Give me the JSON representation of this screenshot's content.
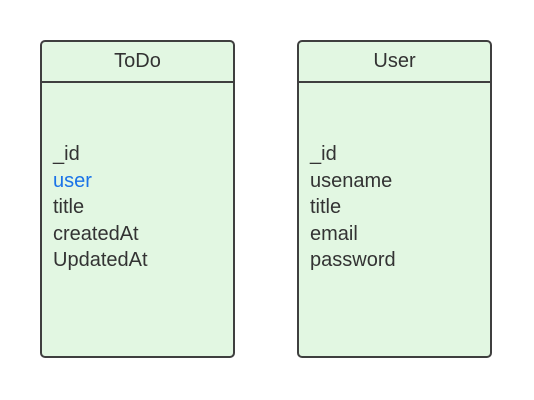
{
  "entities": [
    {
      "title": "ToDo",
      "fields": [
        "_id",
        "user",
        "title",
        "createdAt",
        "UpdatedAt"
      ],
      "highlighted_field": "user"
    },
    {
      "title": "User",
      "fields": [
        "_id",
        "usename",
        "title",
        "email",
        "password"
      ]
    }
  ],
  "colors": {
    "box_fill": "#e2f7e2",
    "border": "#3f3f3f",
    "text": "#333333",
    "highlight": "#1a73e8"
  }
}
